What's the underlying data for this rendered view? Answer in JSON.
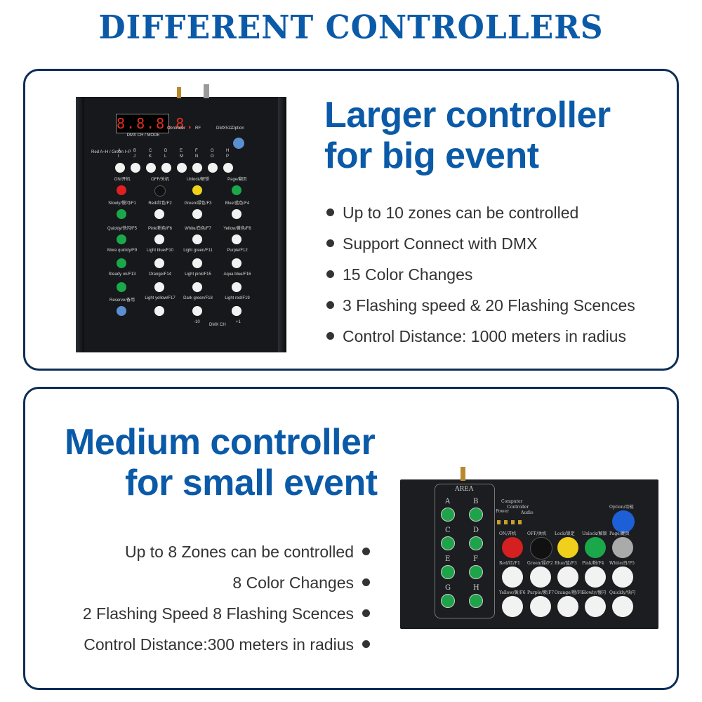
{
  "title": "DIFFERENT CONTROLLERS",
  "large": {
    "heading_line1": "Larger controller",
    "heading_line2": "for big event",
    "features": [
      "Up to 10 zones can be controlled",
      "Support Connect with DMX",
      "15 Color Changes",
      "3 Flashing speed & 20 Flashing Scences",
      "Control Distance: 1000 meters in radius"
    ],
    "device": {
      "display": "8.8.8.8.",
      "display_label": "DMX CH / MODE",
      "indicators": [
        "Controller",
        "RF",
        "DMX512",
        "Option"
      ],
      "zone_row_label": "Red A~H / Green I~P",
      "zones_top": [
        "A",
        "B",
        "C",
        "D",
        "E",
        "F",
        "G",
        "H"
      ],
      "zones_bottom": [
        "I",
        "J",
        "K",
        "L",
        "M",
        "N",
        "O",
        "P"
      ],
      "rows": [
        [
          "ON/开机",
          "OFF/关机",
          "Unlock/解锁",
          "Page/翻页"
        ],
        [
          "Slowly/慢闪/F1",
          "Red/红色/F2",
          "Green/绿色/F3",
          "Blue/蓝色/F4"
        ],
        [
          "Quickly/快闪/F5",
          "Pink/粉色/F6",
          "White/白色/F7",
          "Yellow/黄色/F8"
        ],
        [
          "More quickly/F9",
          "Light blue/F10",
          "Light green/F11",
          "Purple/F12"
        ],
        [
          "Steady on/F13",
          "Orange/F14",
          "Light pink/F15",
          "Aqua blue/F16"
        ],
        [
          "Reserve/备用",
          "Light yellow/F17",
          "Dark green/F18",
          "Light red/F19"
        ]
      ],
      "bottom": [
        "-10",
        "DMX CH",
        "+1"
      ]
    }
  },
  "medium": {
    "heading_line1": "Medium controller",
    "heading_line2": "for small event",
    "features": [
      "Up to 8 Zones can be controlled",
      "8 Color Changes",
      "2 Flashing Speed 8 Flashing Scences",
      "Control Distance:300 meters in radius"
    ],
    "device": {
      "area_label": "AREA",
      "areas": [
        "A",
        "B",
        "C",
        "D",
        "E",
        "F",
        "G",
        "H"
      ],
      "status": [
        "Power",
        "Computer",
        "Controller",
        "Audio"
      ],
      "option": "Option/功能",
      "row1": [
        "ON/开机",
        "OFF/关机",
        "Lock/锁定",
        "Unlock/解锁",
        "Page/翻页"
      ],
      "row2": [
        "Red/红/F1",
        "Green/绿/F2",
        "Blue/蓝/F3",
        "Pink/粉/F4",
        "White/白/F5"
      ],
      "row3": [
        "Yellow/黄/F6",
        "Purple/紫/F7",
        "Orange/橙/F8",
        "Slowly/慢闪",
        "Quickly/快闪"
      ]
    }
  },
  "colors": {
    "accent": "#0b5aa8",
    "border": "#0d2d57"
  }
}
